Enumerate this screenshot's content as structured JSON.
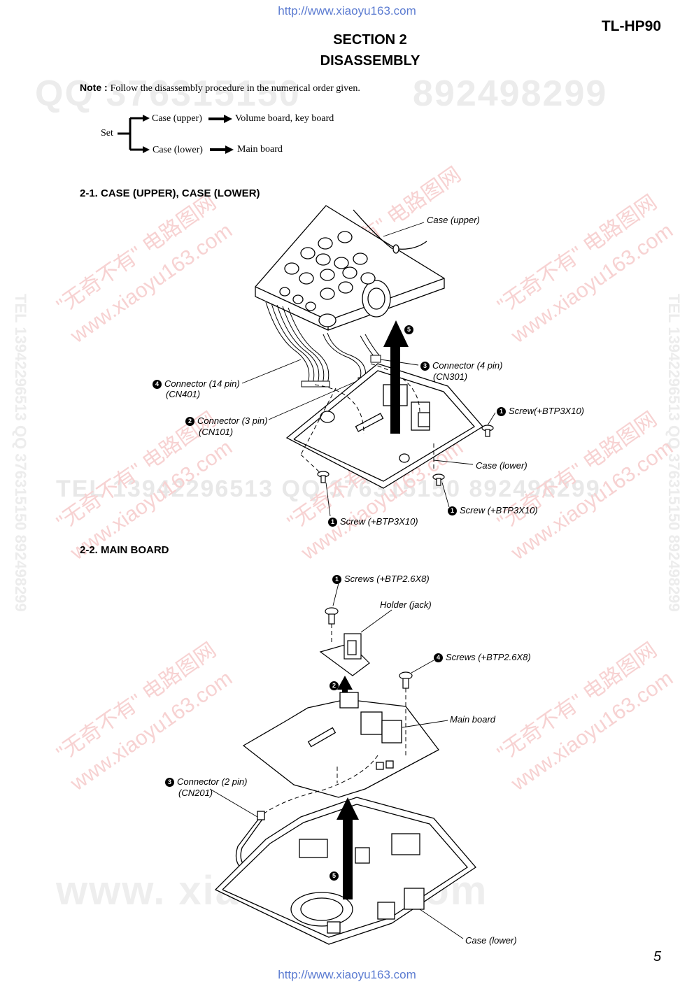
{
  "header": {
    "url_top": "http://www.xiaoyu163.com",
    "url_bottom": "http://www.xiaoyu163.com",
    "model": "TL-HP90",
    "section": "SECTION 2",
    "title": "DISASSEMBLY",
    "page_number": "5"
  },
  "watermarks": {
    "qq": "QQ 376315150",
    "qq_number": "892498299",
    "tel_line": "TEL 13942296513   QQ 376315150   892498299",
    "www": "www. xiaoyu163.com",
    "diag1": "\"无奇不有\" 电路图网",
    "diag2": "www.xiaoyu163.com",
    "vertical": "TEL 13942296513  QQ 376315150  892498299"
  },
  "note": {
    "label": "Note :",
    "text": "Follow the disassembly procedure in the numerical order given."
  },
  "flow": {
    "root": "Set",
    "branches": [
      {
        "from": "Case (upper)",
        "to": "Volume board, key board"
      },
      {
        "from": "Case (lower)",
        "to": "Main board"
      }
    ]
  },
  "section1": {
    "heading": "2-1. CASE (UPPER), CASE (LOWER)",
    "labels": {
      "case_upper": "Case (upper)",
      "step5": "5",
      "connector4pin_num": "3",
      "connector4pin": "Connector (4 pin)",
      "connector4pin_ref": "(CN301)",
      "connector14pin_num": "4",
      "connector14pin": "Connector (14 pin)",
      "connector14pin_ref": "(CN401)",
      "connector3pin_num": "2",
      "connector3pin": "Connector (3 pin)",
      "connector3pin_ref": "(CN101)",
      "screw_right_num": "1",
      "screw_right": "Screw(+BTP3X10)",
      "case_lower": "Case (lower)",
      "screw_mid_num": "1",
      "screw_mid": "Screw (+BTP3X10)",
      "screw_bottom_num": "1",
      "screw_bottom": "Screw (+BTP3X10)"
    }
  },
  "section2": {
    "heading": "2-2. MAIN BOARD",
    "labels": {
      "screws_top_num": "1",
      "screws_top": "Screws (+BTP2.6X8)",
      "holder_jack": "Holder (jack)",
      "screws_right_num": "4",
      "screws_right": "Screws (+BTP2.6X8)",
      "step2": "2",
      "main_board": "Main board",
      "connector2pin_num": "3",
      "connector2pin": "Connector (2 pin)",
      "connector2pin_ref": "(CN201)",
      "step5": "5",
      "case_lower": "Case (lower)"
    }
  }
}
